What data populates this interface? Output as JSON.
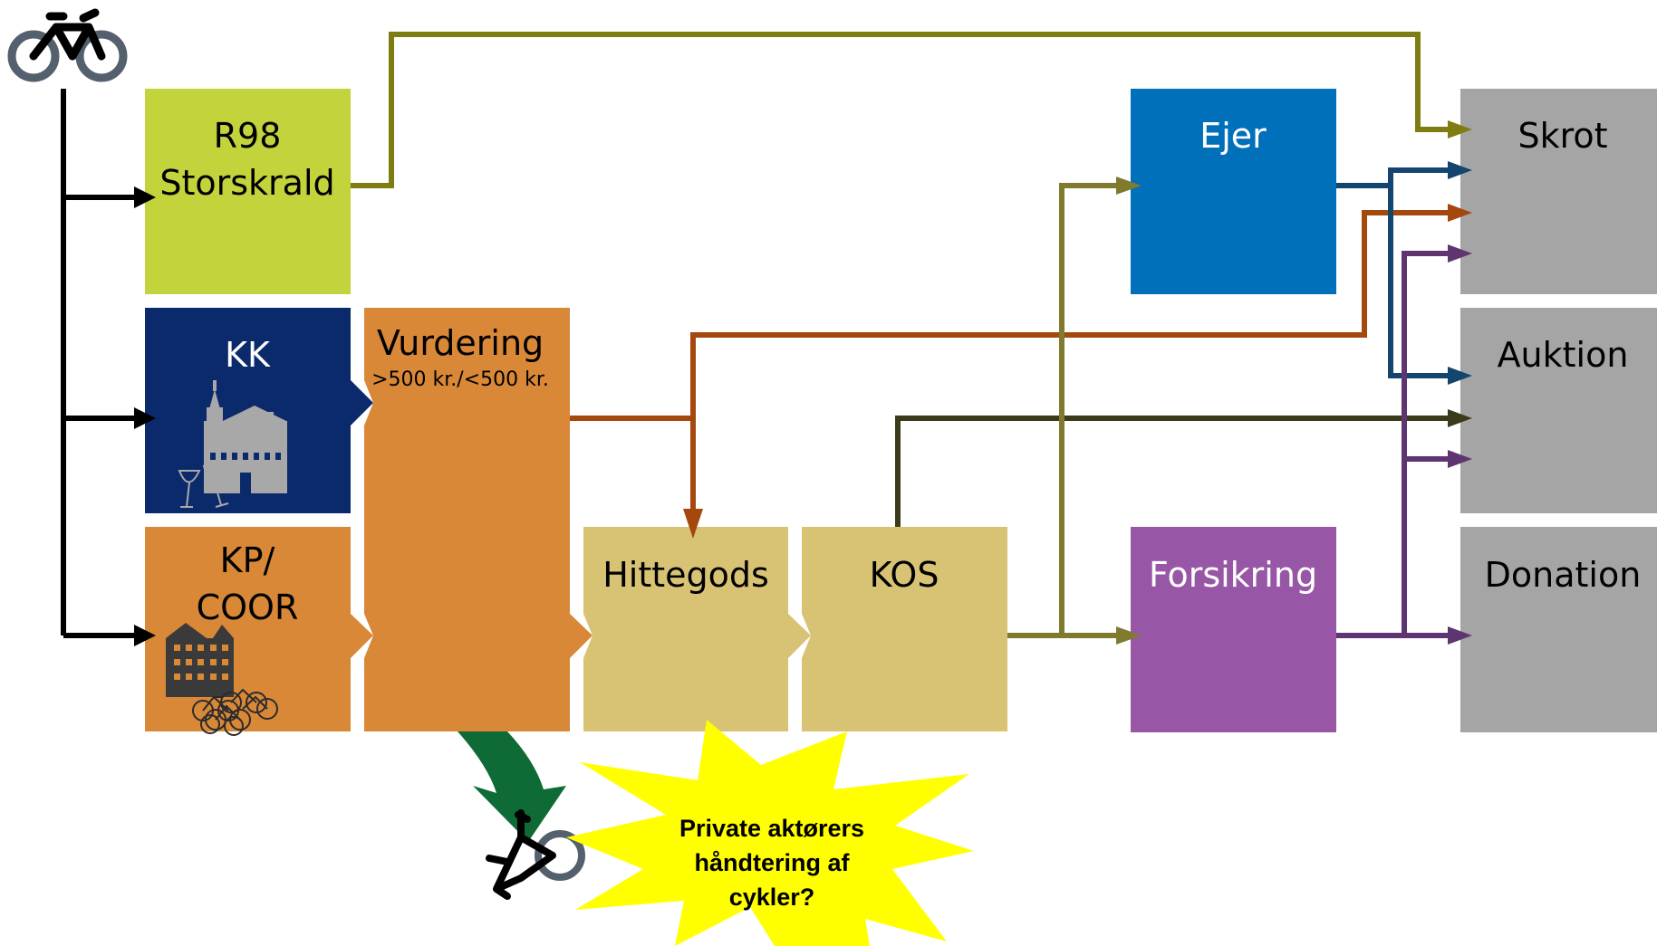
{
  "boxes": {
    "r98": {
      "line1": "R98",
      "line2": "Storskrald",
      "color": "#c2d33c"
    },
    "kk": {
      "label": "KK",
      "color": "#0b2a6b"
    },
    "kp": {
      "line1": "KP/",
      "line2": "COOR",
      "color": "#d98838"
    },
    "vurdering": {
      "label": "Vurdering",
      "sub": ">500 kr./<500 kr.",
      "color": "#d98838"
    },
    "hittegods": {
      "label": "Hittegods",
      "color": "#d8c375"
    },
    "kos": {
      "label": "KOS",
      "color": "#d8c375"
    },
    "ejer": {
      "label": "Ejer",
      "color": "#0070bb"
    },
    "forsikring": {
      "label": "Forsikring",
      "color": "#9757a6"
    },
    "skrot": {
      "label": "Skrot",
      "color": "#a5a5a5"
    },
    "auktion": {
      "label": "Auktion",
      "color": "#a5a5a5"
    },
    "donation": {
      "label": "Donation",
      "color": "#a5a5a5"
    }
  },
  "callout": {
    "line1": "Private aktørers",
    "line2": "håndtering af",
    "line3": "cykler?",
    "color": "#ffff00"
  },
  "flow_colors": {
    "intake": "#000000",
    "r98_to_skrot": "#7d7d12",
    "vurdering": "#a4480e",
    "kos_to_auktion": "#3b3b1b",
    "kos_out": "#7f7a2e",
    "ejer_out": "#13456f",
    "forsikring_out": "#5e3571",
    "leak_arrow": "#0e6b35"
  },
  "icons": [
    "bicycle-icon",
    "city-hall-icon",
    "wine-glasses-icon",
    "building-icon",
    "bicycle-pile-icon",
    "fallen-bicycle-icon"
  ]
}
